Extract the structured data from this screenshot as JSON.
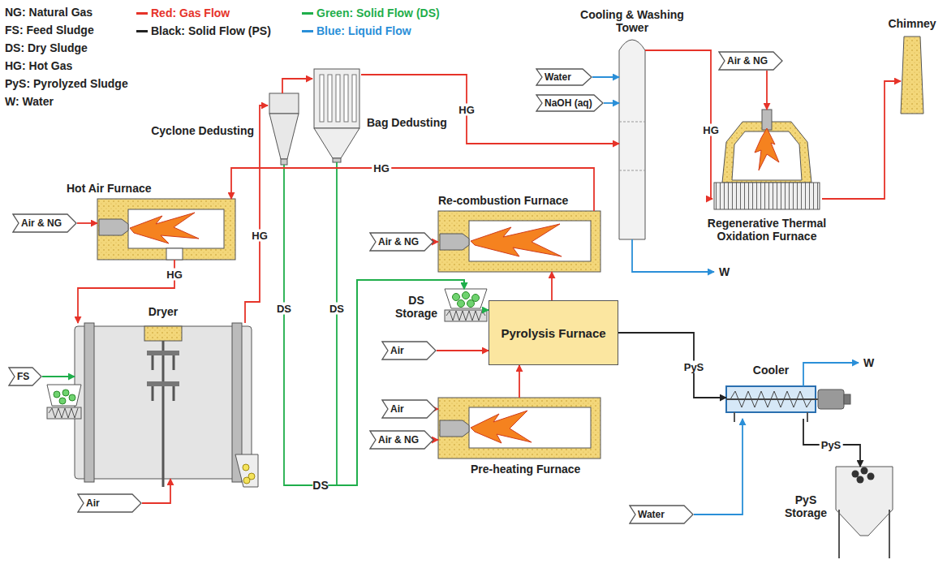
{
  "diagram": {
    "nodes": [
      {
        "text": [
          "Hot Air Furnace"
        ]
      },
      {
        "text": [
          "Air & NG"
        ]
      },
      {
        "text": [
          "Dryer"
        ]
      },
      {
        "text": [
          "FS"
        ]
      },
      {
        "text": [
          "Air"
        ]
      },
      {
        "text": [
          "Cyclone Dedusting"
        ]
      },
      {
        "text": [
          "Bag Dedusting"
        ]
      },
      {
        "text": [
          "Re-combustion Furnace"
        ]
      },
      {
        "text": [
          "Air & NG"
        ]
      },
      {
        "text": [
          "DS Storage"
        ]
      },
      {
        "text": [
          "Pyrolysis Furnace"
        ]
      },
      {
        "text": [
          "Air"
        ]
      },
      {
        "text": [
          "Pre-heating Furnace"
        ]
      },
      {
        "text": [
          "Air"
        ]
      },
      {
        "text": [
          "Air & NG"
        ]
      },
      {
        "text": [
          "Cooling & Washing Tower"
        ]
      },
      {
        "text": [
          "Water"
        ]
      },
      {
        "text": [
          "NaOH (aq)"
        ]
      },
      {
        "text": [
          "Regenerative Thermal Oxidation Furnace"
        ]
      },
      {
        "text": [
          "Air & NG"
        ]
      },
      {
        "text": [
          "Chimney"
        ]
      },
      {
        "text": [
          "Cooler"
        ]
      },
      {
        "text": [
          "Water"
        ]
      },
      {
        "text": [
          "PyS Storage"
        ]
      }
    ],
    "edges": [
      {
        "from": 1,
        "to": 0,
        "arrow": "to"
      },
      {
        "from": 0,
        "to": 2,
        "label": "HG",
        "arrow": "to"
      },
      {
        "from": 3,
        "to": 2,
        "arrow": "to"
      },
      {
        "from": 4,
        "to": 2,
        "arrow": "to"
      },
      {
        "from": 2,
        "to": 5,
        "label": "HG",
        "arrow": "to"
      },
      {
        "from": 5,
        "to": 6,
        "arrow": "to"
      },
      {
        "from": 6,
        "to": 15,
        "label": "HG",
        "arrow": "to"
      },
      {
        "from": 5,
        "to": 9,
        "label": "DS",
        "arrow": "to"
      },
      {
        "from": 6,
        "to": 9,
        "label": "DS",
        "arrow": "to"
      },
      {
        "from": 7,
        "to": 0,
        "label": "HG",
        "arrow": "to"
      },
      {
        "from": 8,
        "to": 7,
        "arrow": "to"
      },
      {
        "from": 9,
        "to": 10,
        "arrow": "to"
      },
      {
        "from": 11,
        "to": 10,
        "arrow": "to"
      },
      {
        "from": 13,
        "to": 12,
        "arrow": "to"
      },
      {
        "from": 14,
        "to": 12,
        "arrow": "to"
      },
      {
        "from": 12,
        "to": 10,
        "arrow": "to"
      },
      {
        "from": 10,
        "to": 7,
        "arrow": "to"
      },
      {
        "from": 16,
        "to": 15,
        "arrow": "to"
      },
      {
        "from": 17,
        "to": 15,
        "arrow": "to"
      },
      {
        "from": 15,
        "to": 18,
        "label": "HG",
        "arrow": "to"
      },
      {
        "from": 19,
        "to": 18,
        "arrow": "to"
      },
      {
        "from": 18,
        "to": 20,
        "arrow": "to"
      },
      {
        "from": 10,
        "to": 21,
        "label": "PyS",
        "arrow": "to"
      },
      {
        "from": 22,
        "to": 21,
        "arrow": "to"
      },
      {
        "from": 21,
        "to": 23,
        "label": "PyS",
        "arrow": "to"
      }
    ],
    "labels": [
      "NG: Natural Gas",
      "FS: Feed Sludge",
      "DS: Dry Sludge",
      "HG: Hot Gas",
      "PyS: Pyrolyzed Sludge",
      "W: Water",
      "DS",
      "W",
      "W"
    ],
    "legend": [
      {
        "text": "Red: Gas Flow",
        "color": "#e63329"
      },
      {
        "text": "Black: Solid Flow (PS)",
        "color": "#222222"
      },
      {
        "text": "Green: Solid Flow (DS)",
        "color": "#1fae4b"
      },
      {
        "text": "Blue: Liquid Flow",
        "color": "#2a8fd8"
      }
    ]
  }
}
